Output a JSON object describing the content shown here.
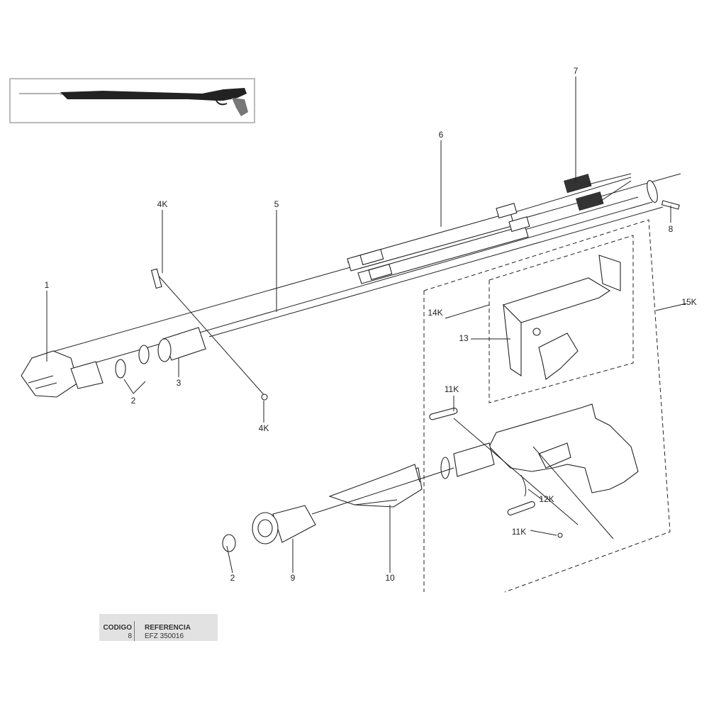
{
  "callouts": {
    "p1": "1",
    "p2a": "2",
    "p2b": "2",
    "p3": "3",
    "p4k_top": "4K",
    "p4k_bottom": "4K",
    "p5": "5",
    "p6": "6",
    "p7": "7",
    "p8": "8",
    "p9": "9",
    "p10": "10",
    "p11k_top": "11K",
    "p11k_bottom": "11K",
    "p12k": "12K",
    "p13": "13",
    "p14k": "14K",
    "p15k": "15K"
  },
  "table": {
    "col1_header": "CODIGO",
    "col1_value": "8",
    "col2_header": "REFERENCIA",
    "col2_value": "EFZ 350016"
  }
}
